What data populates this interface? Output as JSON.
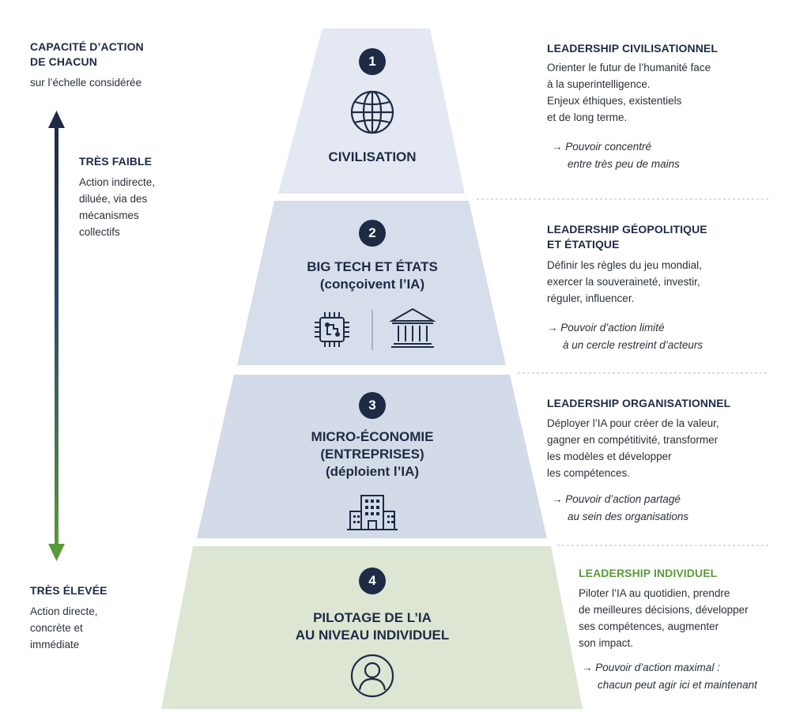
{
  "left_axis": {
    "top_title_line1": "CAPACITÉ D’ACTION",
    "top_title_line2": "DE CHACUN",
    "top_subtitle": "sur l’échelle considérée",
    "low_title": "TRÈS FAIBLE",
    "low_desc": [
      "Action indirecte,",
      "diluée, via des",
      "mécanismes",
      "collectifs"
    ],
    "high_title": "TRÈS ÉLEVÉE",
    "high_desc": [
      "Action directe,",
      "concrète et",
      "immédiate"
    ]
  },
  "levels": [
    {
      "number": "1",
      "title_lines": [
        "CIVILISATION"
      ],
      "icon": "globe-icon",
      "right": {
        "heading_lines": [
          "LEADERSHIP CIVILISATIONNEL"
        ],
        "body": [
          "Orienter le futur de l’humanité face",
          "à la superintelligence.",
          "Enjeux éthiques, existentiels",
          "et de long terme."
        ],
        "power": [
          "→ Pouvoir concentré",
          "entre très peu de mains"
        ]
      }
    },
    {
      "number": "2",
      "title_lines": [
        "BIG TECH ET ÉTATS",
        "(conçoivent l’IA)"
      ],
      "icons": [
        "chip-icon",
        "government-building-icon"
      ],
      "right": {
        "heading_lines": [
          "LEADERSHIP GÉOPOLITIQUE",
          "ET ÉTATIQUE"
        ],
        "body": [
          "Définir les règles du jeu mondial,",
          "exercer la souveraineté, investir,",
          "réguler, influencer."
        ],
        "power": [
          "→ Pouvoir d’action limité",
          "à un cercle restreint d’acteurs"
        ]
      }
    },
    {
      "number": "3",
      "title_lines": [
        "MICRO-ÉCONOMIE",
        "(ENTREPRISES)",
        "(déploient l’IA)"
      ],
      "icon": "office-building-icon",
      "right": {
        "heading_lines": [
          "LEADERSHIP ORGANISATIONNEL"
        ],
        "body": [
          "Déployer l’IA pour créer de la valeur,",
          "gagner en compétitivité, transformer",
          "les modèles et développer",
          "les compétences."
        ],
        "power": [
          "→ Pouvoir d’action partagé",
          "au sein des organisations"
        ]
      }
    },
    {
      "number": "4",
      "title_lines": [
        "PILOTAGE DE L’IA",
        "AU NIVEAU INDIVIDUEL"
      ],
      "icon": "person-icon",
      "right": {
        "heading_lines": [
          "LEADERSHIP INDIVIDUEL"
        ],
        "body": [
          "Piloter l’IA au quotidien, prendre",
          "de meilleures décisions, développer",
          "ses compétences, augmenter",
          "son impact."
        ],
        "power": [
          "→ Pouvoir d’action maximal :",
          "chacun peut agir ici et maintenant"
        ]
      }
    }
  ],
  "colors": {
    "navy": "#1f2a44",
    "tier1": "#e3e8f2",
    "tier2": "#d7deeb",
    "tier3": "#d3dbe9",
    "tier4": "#dde6d3",
    "green": "#5a9a3a"
  }
}
